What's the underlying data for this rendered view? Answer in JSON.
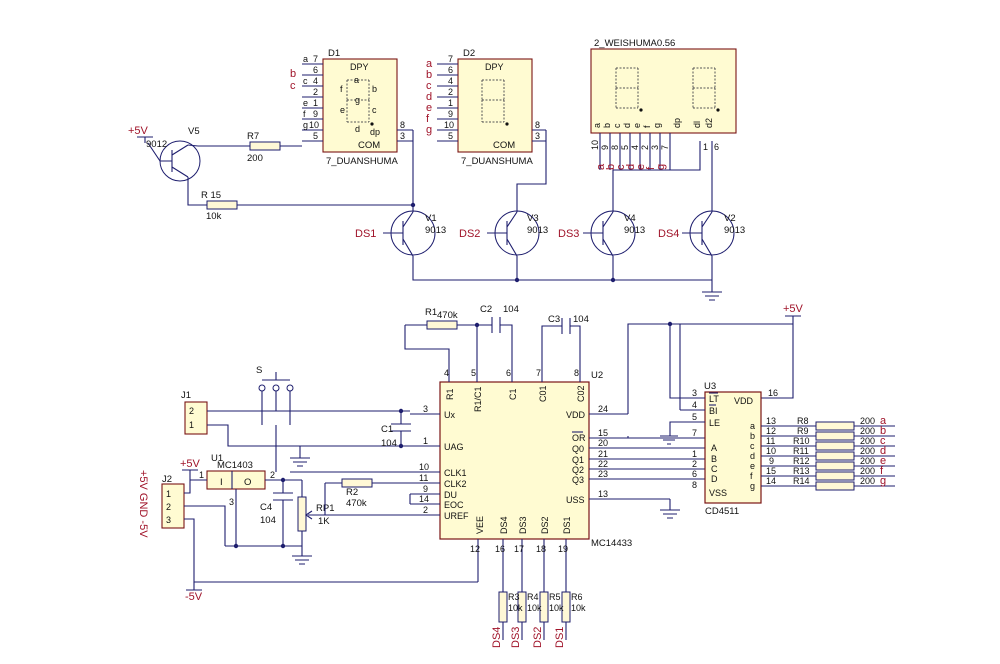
{
  "displays": {
    "d1": {
      "ref": "D1",
      "name": "7_DUANSHUMA",
      "com": "COM",
      "dp_top": "DPY",
      "pins": [
        "7",
        "6",
        "4",
        "2",
        "1",
        "9",
        "10",
        "5"
      ],
      "rpins": [
        "8",
        "3"
      ],
      "segs": [
        "a",
        "b",
        "c",
        "d",
        "e",
        "f",
        "g",
        "dp"
      ],
      "side": [
        "b",
        "c"
      ]
    },
    "d2": {
      "ref": "D2",
      "name": "7_DUANSHUMA",
      "com": "COM",
      "dp_top": "DPY",
      "pins": [
        "7",
        "6",
        "4",
        "2",
        "1",
        "9",
        "10",
        "5"
      ],
      "rpins": [
        "8",
        "3"
      ],
      "segs": [
        "a",
        "b",
        "c",
        "d",
        "e",
        "f",
        "g",
        "dp"
      ],
      "side": [
        "a",
        "b",
        "c",
        "d",
        "e",
        "f",
        "g"
      ]
    },
    "d3": {
      "ref": "2_WEISHUMA0.56",
      "bottom": [
        "a",
        "b",
        "c",
        "d",
        "e",
        "f",
        "g",
        "dp",
        "dl",
        "d2"
      ],
      "pins": [
        "10",
        "9",
        "8",
        "5",
        "4",
        "2",
        "3",
        "7",
        "1",
        "6"
      ]
    }
  },
  "transistors": {
    "v5": {
      "ref": "V5",
      "type": "9012"
    },
    "v1": {
      "ref": "V1",
      "type": "9013",
      "ds": "DS1"
    },
    "v3": {
      "ref": "V3",
      "type": "9013",
      "ds": "DS2"
    },
    "v4": {
      "ref": "V4",
      "type": "9013",
      "ds": "DS3"
    },
    "v2": {
      "ref": "V2",
      "type": "9013",
      "ds": "DS4"
    }
  },
  "resistors": {
    "r7": {
      "ref": "R7",
      "value": "200"
    },
    "r15": {
      "ref": "R 15",
      "value": "10k"
    },
    "r1": {
      "ref": "R1",
      "value": "470k"
    },
    "r2": {
      "ref": "R2",
      "value": "470k"
    },
    "rp1": {
      "ref": "RP1",
      "value": "1K"
    },
    "r3": {
      "ref": "R3",
      "value": "10k"
    },
    "r4": {
      "ref": "R4",
      "value": "10k"
    },
    "r5": {
      "ref": "R5",
      "value": "10k"
    },
    "r6": {
      "ref": "R6",
      "value": "10k"
    },
    "bank": [
      {
        "ref": "R8",
        "value": "200",
        "out": "a",
        "pin": "13"
      },
      {
        "ref": "R9",
        "value": "200",
        "out": "b",
        "pin": "12"
      },
      {
        "ref": "R10",
        "value": "200",
        "out": "c",
        "pin": "11"
      },
      {
        "ref": "R11",
        "value": "200",
        "out": "d",
        "pin": "10"
      },
      {
        "ref": "R12",
        "value": "200",
        "out": "e",
        "pin": "9"
      },
      {
        "ref": "R13",
        "value": "200",
        "out": "f",
        "pin": "15"
      },
      {
        "ref": "R14",
        "value": "200",
        "out": "g",
        "pin": "14"
      }
    ]
  },
  "capacitors": {
    "c1": {
      "ref": "C1",
      "value": "104"
    },
    "c2": {
      "ref": "C2",
      "value": "104"
    },
    "c3": {
      "ref": "C3",
      "value": "104"
    },
    "c4": {
      "ref": "C4",
      "value": "104"
    }
  },
  "power": {
    "vplus": "+5V",
    "vminus": "-5V",
    "j2_side": "+5V GND -5V"
  },
  "connectors": {
    "j1": {
      "ref": "J1",
      "pins": [
        "2",
        "1"
      ]
    },
    "j2": {
      "ref": "J2",
      "pins": [
        "1",
        "2",
        "3"
      ]
    },
    "s": {
      "ref": "S"
    }
  },
  "u1": {
    "ref": "U1",
    "part": "MC1403",
    "pins": [
      "I",
      "O"
    ],
    "pin_nums": [
      "1",
      "2",
      "3"
    ]
  },
  "u2": {
    "ref": "U2",
    "part": "MC14433",
    "top": [
      {
        "n": "4",
        "t": "R1"
      },
      {
        "n": "5",
        "t": "R1/C1"
      },
      {
        "n": "6",
        "t": "C1"
      },
      {
        "n": "7",
        "t": "C01"
      },
      {
        "n": "8",
        "t": "C02"
      }
    ],
    "left": [
      {
        "n": "3",
        "t": "Ux"
      },
      {
        "n": "1",
        "t": "UAG"
      },
      {
        "n": "10",
        "t": "CLK1"
      },
      {
        "n": "11",
        "t": "CLK2"
      },
      {
        "n": "9",
        "t": "DU"
      },
      {
        "n": "14",
        "t": "EOC"
      },
      {
        "n": "2",
        "t": "UREF"
      }
    ],
    "right": [
      {
        "n": "24",
        "t": "VDD"
      },
      {
        "n": "15",
        "t": "OR"
      },
      {
        "n": "20",
        "t": "Q0"
      },
      {
        "n": "21",
        "t": "Q1"
      },
      {
        "n": "22",
        "t": "Q2"
      },
      {
        "n": "23",
        "t": "Q3"
      },
      {
        "n": "13",
        "t": "USS"
      }
    ],
    "bottom": [
      {
        "n": "12",
        "t": "VEE"
      },
      {
        "n": "16",
        "t": "DS4"
      },
      {
        "n": "17",
        "t": "DS3"
      },
      {
        "n": "18",
        "t": "DS2"
      },
      {
        "n": "19",
        "t": "DS1"
      }
    ]
  },
  "u3": {
    "ref": "U3",
    "part": "CD4511",
    "left": [
      {
        "n": "3",
        "t": "LT"
      },
      {
        "n": "4",
        "t": "BI"
      },
      {
        "n": "5",
        "t": "LE"
      },
      {
        "n": "7",
        "t": "A"
      },
      {
        "n": "1",
        "t": "B"
      },
      {
        "n": "2",
        "t": "C"
      },
      {
        "n": "6",
        "t": "D"
      },
      {
        "n": "8",
        "t": "VSS"
      }
    ],
    "vdd": {
      "n": "16",
      "t": "VDD"
    },
    "outs": [
      "a",
      "b",
      "c",
      "d",
      "e",
      "f",
      "g"
    ]
  },
  "ds_labels": [
    "DS4",
    "DS3",
    "DS2",
    "DS1"
  ],
  "d3_bottom_labels": [
    "a",
    "b",
    "c",
    "d",
    "e",
    "f",
    "g"
  ]
}
